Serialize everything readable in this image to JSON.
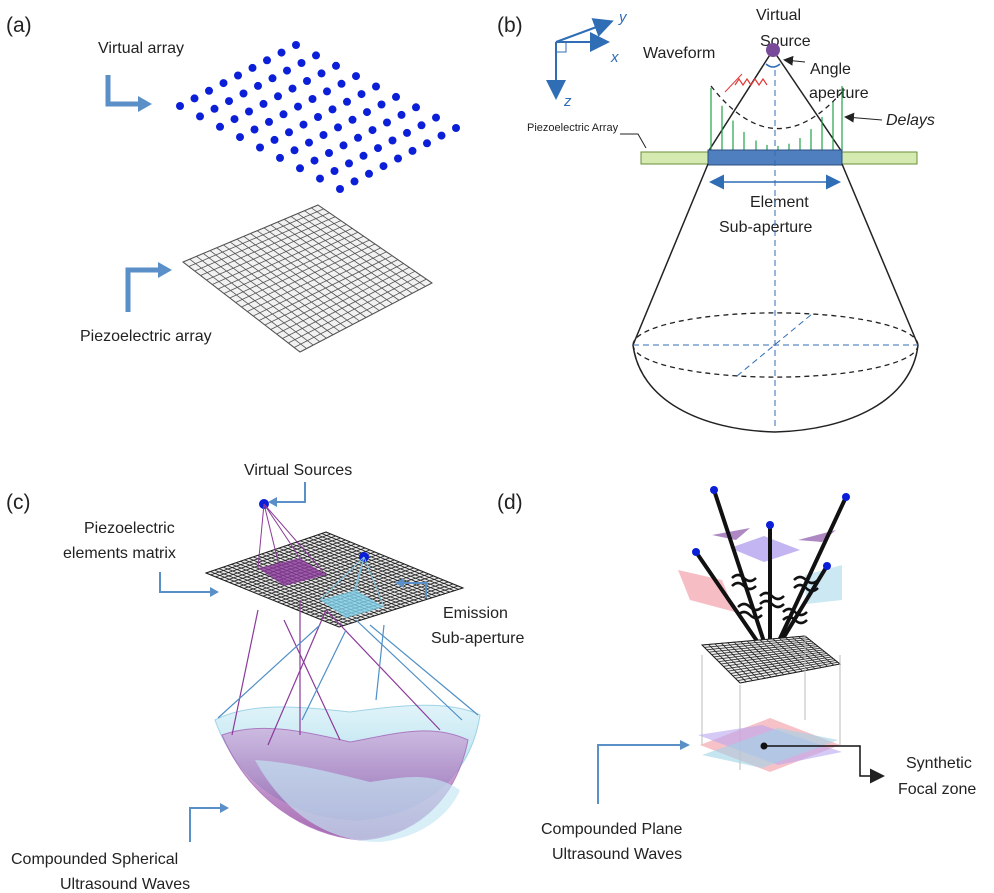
{
  "panels": {
    "a": {
      "label": "(a)",
      "virtual_array": "Virtual array",
      "piezo_array": "Piezoelectric array"
    },
    "b": {
      "label": "(b)",
      "virtual": "Virtual",
      "source": "Source",
      "waveform": "Waveform",
      "angle": "Angle",
      "aperture": "aperture",
      "delays": "Delays",
      "piezo_array": "Piezoelectric Array",
      "element": "Element",
      "sub_aperture": "Sub-aperture",
      "axis_x": "x",
      "axis_y": "y",
      "axis_z": "z"
    },
    "c": {
      "label": "(c)",
      "virtual_sources": "Virtual Sources",
      "piezo_line1": "Piezoelectric",
      "piezo_line2": "elements matrix",
      "emission": "Emission",
      "sub_aperture": "Sub-aperture",
      "compounded1": "Compounded Spherical",
      "compounded2": "Ultrasound Waves"
    },
    "d": {
      "label": "(d)",
      "synthetic": "Synthetic",
      "focal": "Focal zone",
      "compounded1": "Compounded Plane",
      "compounded2": "Ultrasound Waves"
    }
  },
  "colors": {
    "arrow_blue": "#5b8fc7",
    "dot_blue": "#0b1fd8",
    "green_delay": "#1fa34a",
    "bar_green": "#d5eab0",
    "bar_blue": "#4f7fbf",
    "purple": "#8b3a9a",
    "cyan": "#7fd0e8",
    "pink": "#f4a7b1",
    "lavender": "#b9a7f0"
  }
}
